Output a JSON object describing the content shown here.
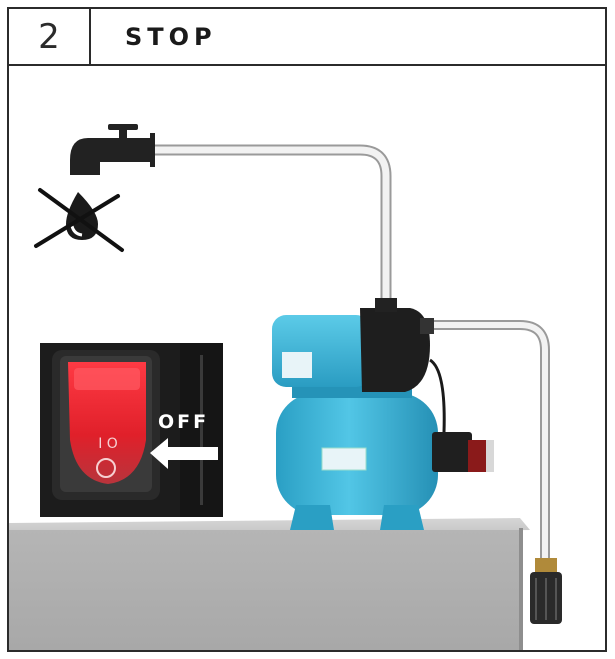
{
  "step": {
    "number": "2",
    "title": "STOP"
  },
  "switch": {
    "label": "OFF",
    "position_marks": "I O"
  },
  "colors": {
    "border": "#2b2b2b",
    "pump_blue": "#3cb4d6",
    "switch_red": "#e8202a",
    "counter_grey": "#bdbdbd"
  },
  "icons": [
    "water-tap-icon",
    "no-water-drop-icon",
    "arrow-left-icon"
  ]
}
